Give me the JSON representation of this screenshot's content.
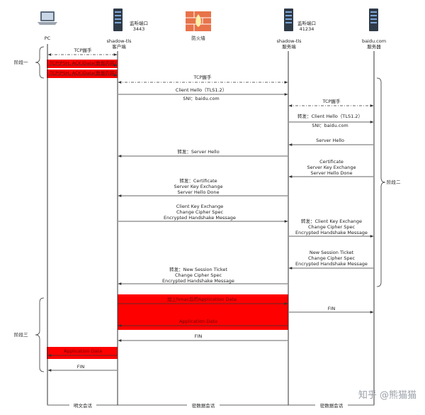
{
  "participants": {
    "pc": {
      "name": "PC"
    },
    "client": {
      "port_label": "监听端口",
      "port": "3443",
      "name": "shadow-tls",
      "role": "客户端"
    },
    "firewall": {
      "name": "防火墙"
    },
    "server": {
      "port_label": "监听端口",
      "port": "41234",
      "name": "shadow-tls",
      "role": "服务端"
    },
    "baidu": {
      "name": "baidu.com",
      "role": "服务器"
    }
  },
  "phases": {
    "one": "阶段一",
    "two": "阶段二",
    "three": "阶段三"
  },
  "messages": {
    "tcp_pc_client": "TCP握手",
    "data_1": "TCP(PSH, ACK)Data(数据内容)",
    "data_2": "TCP(PSH, ACK)Data(数据内容)",
    "tcp_client_server": "TCP握手",
    "client_hello": "Client Hello（TLS1.2）",
    "sni": "SNI：baidu.com",
    "tcp_server_baidu": "TCP握手",
    "fwd_client_hello": "转发：Client Hello（TLS1.2）",
    "fwd_sni": "SNI：baidu.com",
    "server_hello": "Server Hello",
    "fwd_server_hello": "转发：Server Hello",
    "cert_1": "Certificate",
    "cert_2": "Server Key Exchange",
    "cert_3": "Server Hello Done",
    "fwd_cert_1": "转发：Certificate",
    "fwd_cert_2": "Server Key Exchange",
    "fwd_cert_3": "Server Hello Done",
    "cke_1": "Client Key Exchange",
    "cke_2": "Change Cipher Spec",
    "cke_3": "Encrypted Handshake Message",
    "fwd_cke_1": "转发：Client Key Exchange",
    "fwd_cke_2": "Change Cipher Spec",
    "fwd_cke_3": "Encrypted Handshake Message",
    "nst_1": "New Session Ticket",
    "nst_2": "Change Cipher Spec",
    "nst_3": "Encrypted Handshake Message",
    "fwd_nst_1": "转发：New Session Ticket",
    "fwd_nst_2": "Change Cipher Spec",
    "fwd_nst_3": "Encrypted Handshake Message",
    "app_data_1": "加上hmac后的Application Data",
    "fin_server_baidu": "FIN",
    "app_data_2": "Application Data",
    "fin_server_client": "FIN",
    "app_data_3": "Application Data",
    "fin_client_pc": "FIN"
  },
  "bottom_labels": {
    "plain": "明文会话",
    "cipher1": "密数据会话",
    "cipher2": "密数据会话"
  },
  "watermark": "知乎 @熊猫猫",
  "colors": {
    "highlight": "#ff0000",
    "line": "#333333",
    "firewall": "#e8734a"
  }
}
